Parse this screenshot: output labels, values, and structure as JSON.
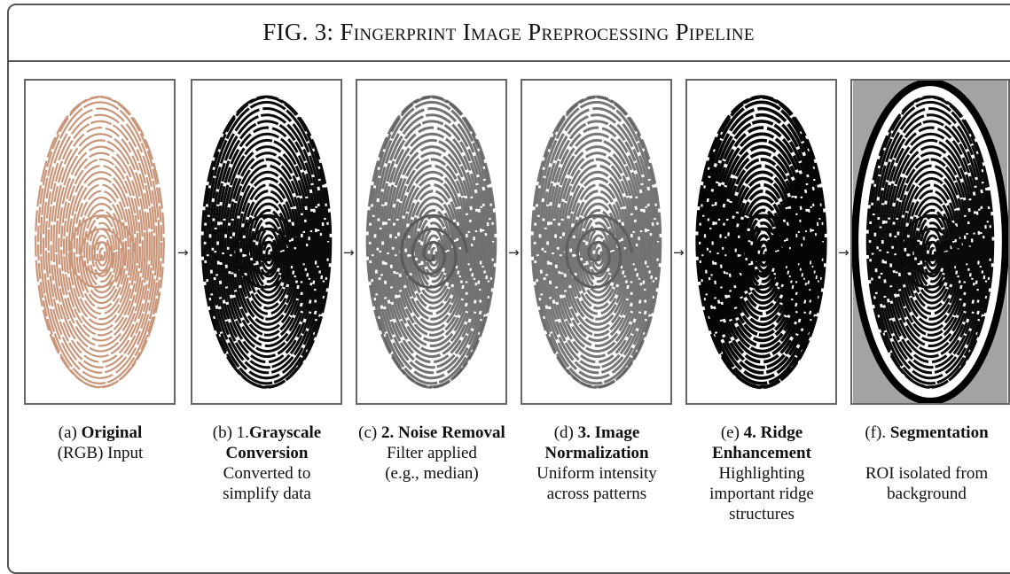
{
  "title": "FIG. 3: Fingerprint Image Preprocessing Pipeline",
  "panels": [
    {
      "id": "a",
      "style": "original",
      "color": "#c9967a",
      "label_prefix": "(a)",
      "label_bold": "Original",
      "desc": [
        "(RGB) Input"
      ]
    },
    {
      "id": "b",
      "style": "grayscale",
      "color": "#0a0a0a",
      "label_prefix": "(b) 1.",
      "label_bold": "Grayscale Conversion",
      "desc": [
        "Converted to",
        "simplify data"
      ]
    },
    {
      "id": "c",
      "style": "noise",
      "color": "#5a5a5a",
      "label_prefix": "(c)",
      "label_bold": "2. Noise Removal",
      "desc": [
        "Filter applied",
        "(e.g., median)"
      ]
    },
    {
      "id": "d",
      "style": "normalization",
      "color": "#5e5e5e",
      "label_prefix": "(d)",
      "label_bold": "3. Image Normalization",
      "desc": [
        "Uniform intensity",
        "across patterns"
      ]
    },
    {
      "id": "e",
      "style": "enhancement",
      "color": "#050505",
      "label_prefix": "(e)",
      "label_bold": "4. Ridge Enhancement",
      "desc": [
        "Highlighting",
        "important ridge",
        "structures"
      ]
    },
    {
      "id": "f",
      "style": "segmentation",
      "color": "#0a0a0a",
      "background": "#a3a3a3",
      "label_prefix": "(f).",
      "label_bold": "Segmentation",
      "desc": [
        "ROI isolated from",
        "background"
      ]
    }
  ],
  "arrow_glyph": "→"
}
